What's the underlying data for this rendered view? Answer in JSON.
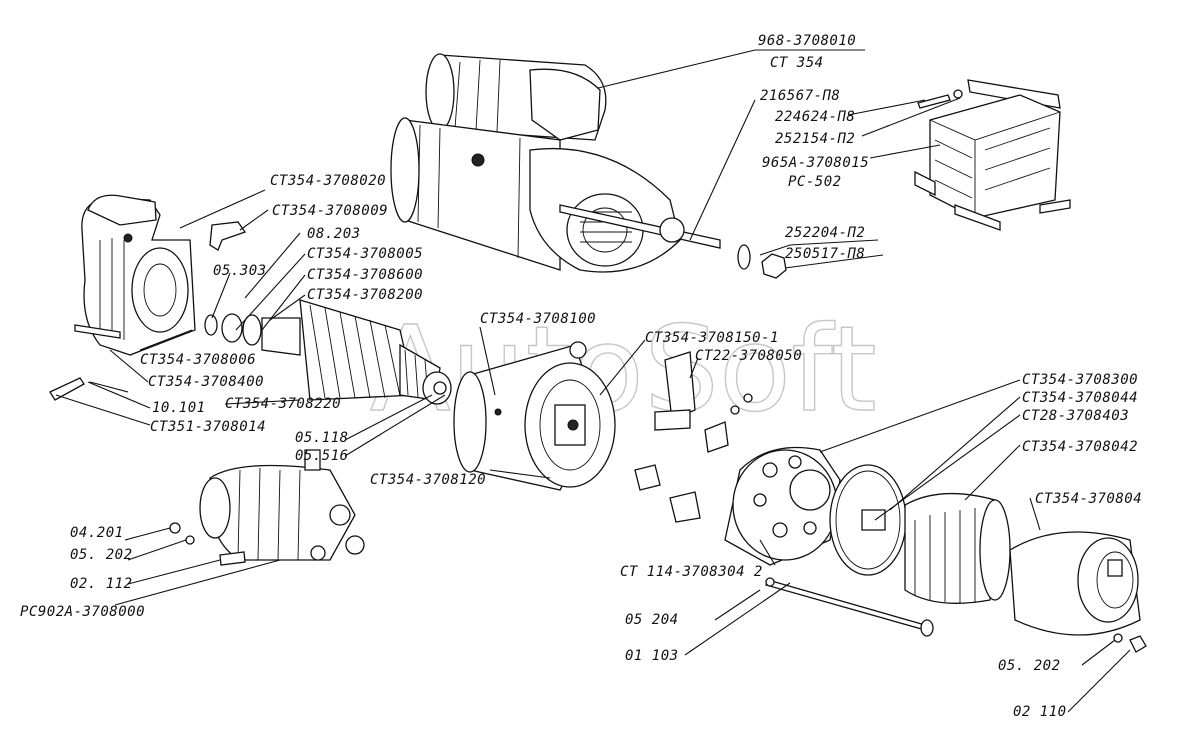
{
  "watermark": "AutoSoft",
  "labels": {
    "l968": "968-3708010",
    "lst354": "СТ 354",
    "l216567": "216567-П8",
    "l224624": "224624-П8",
    "l252154": "252154-П2",
    "l965a": "965А-3708015",
    "lrc502": "РС-502",
    "l252204": "252204-П2",
    "l250517": "250517-П8",
    "l3708020": "СТ354-3708020",
    "l3708009": "СТ354-3708009",
    "l08203": "08.203",
    "l05303": "05.303",
    "l3708005": "СТ354-3708005",
    "l3708600": "СТ354-3708600",
    "l3708200": "СТ354-3708200",
    "l3708006": "СТ354-3708006",
    "l3708400": "СТ354-3708400",
    "l10101": "10.101",
    "l3708014": "СТ351-3708014",
    "l3708220": "СТ354-3708220",
    "l05118": "05.118",
    "l05516": "05.516",
    "l3708100": "СТ354-3708100",
    "l3708150": "СТ354-3708150-1",
    "l3708050": "СТ22-3708050",
    "l3708120": "СТ354-3708120",
    "l3708300": "СТ354-3708300",
    "l3708044": "СТ354-3708044",
    "l3708403": "СТ28-3708403",
    "l3708042": "СТ354-3708042",
    "l370804": "СТ354-370804",
    "l3708304": "СТ 114-3708304 2",
    "l05204": "05 204",
    "l01103": "01 103",
    "l05202b": "05. 202",
    "l02110": "02 110",
    "l04201": "04.201",
    "l05202": "05. 202",
    "l02112": "02. 112",
    "lrc902": "РС902А-3708000"
  }
}
